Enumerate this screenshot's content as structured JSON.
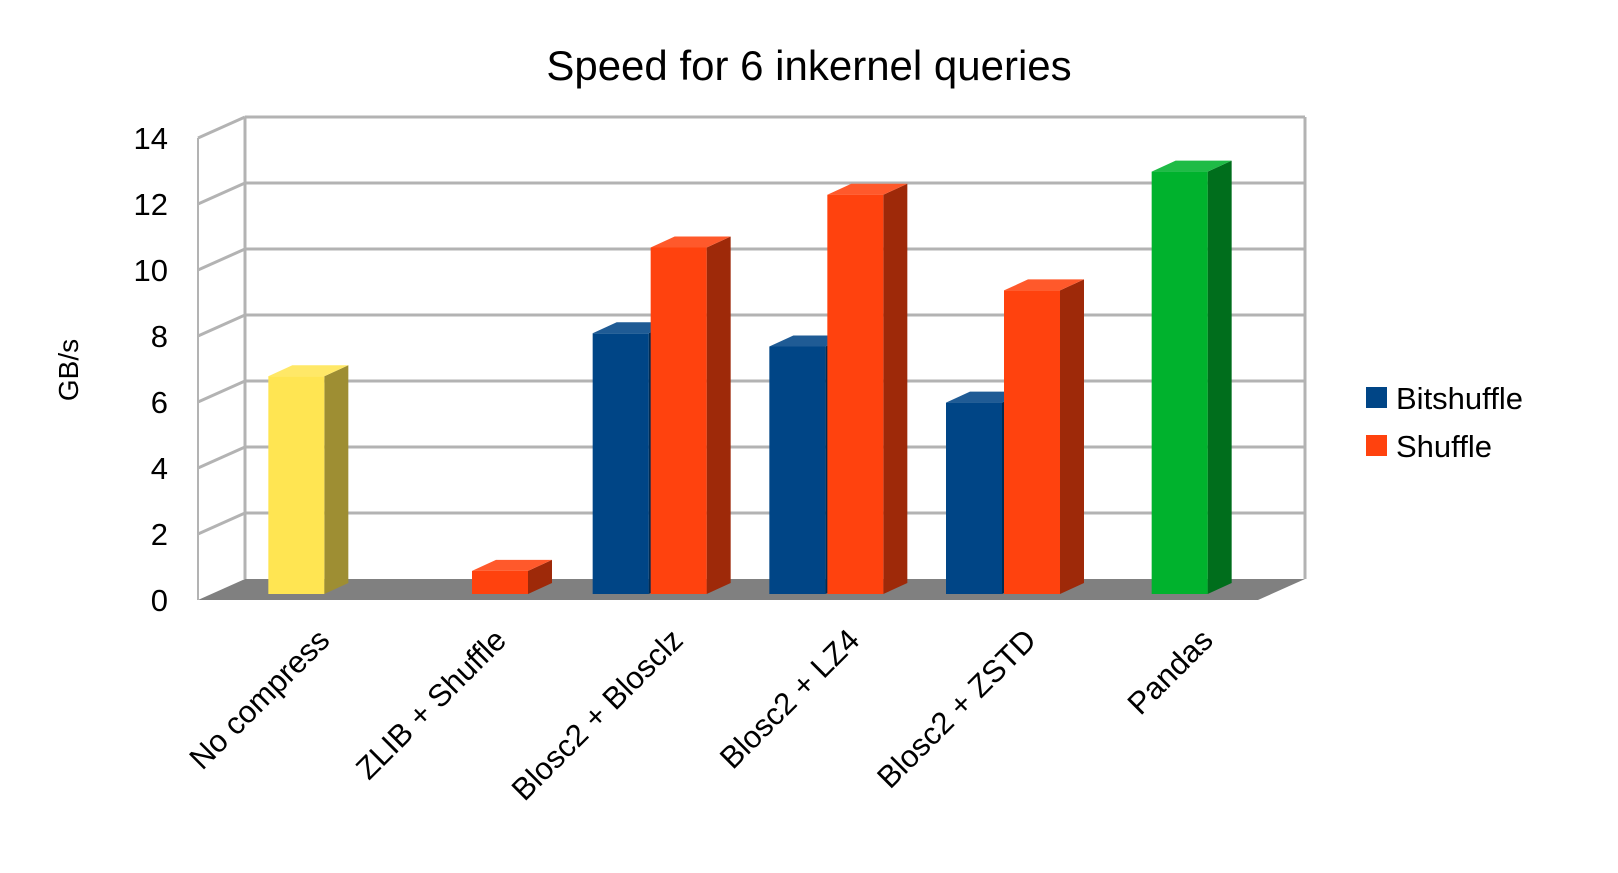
{
  "chart_data": {
    "type": "bar",
    "title": "Speed for 6 inkernel queries",
    "xlabel": "",
    "ylabel": "GB/s",
    "ylim": [
      0,
      14
    ],
    "yticks": [
      0,
      2,
      4,
      6,
      8,
      10,
      12,
      14
    ],
    "grid": true,
    "legend_position": "right",
    "categories": [
      "No compress",
      "ZLIB + Shuffle",
      "Blosc2 + Blosclz",
      "Blosc2 + LZ4",
      "Blosc2 + ZSTD",
      "Pandas"
    ],
    "series": [
      {
        "name": "Bitshuffle",
        "color": "#004586",
        "values": [
          null,
          null,
          7.9,
          7.5,
          5.8,
          null
        ]
      },
      {
        "name": "Shuffle",
        "color": "#ff420e",
        "values": [
          null,
          0.7,
          10.5,
          12.1,
          9.2,
          null
        ]
      }
    ],
    "extra_bars": [
      {
        "category": "No compress",
        "value": 6.6,
        "color": "#ffe552"
      },
      {
        "category": "Pandas",
        "value": 12.8,
        "color": "#00b22d"
      }
    ]
  }
}
